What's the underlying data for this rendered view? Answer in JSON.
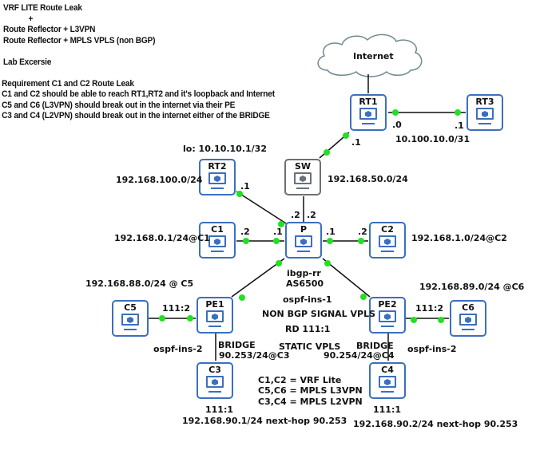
{
  "notes": [
    "VRF LITE Route Leak",
    "            +",
    "Route Reflector + L3VPN",
    "Route Reflector + MPLS VPLS (non BGP)",
    "",
    "Lab Excersie",
    "",
    "Requirement C1 and C2 Route Leak",
    "C1 and C2 should be able to reach RT1,RT2 and it's loopback and Internet",
    "C5 and C6 (L3VPN) should break out in the internet via their PE",
    "C3 and C4 (L2VPN) should break out in the internet either of the BRIDGE"
  ],
  "cloud": "Internet",
  "nodes": {
    "rt1": "RT1",
    "rt3": "RT3",
    "rt2": "RT2",
    "sw": "SW",
    "c1": "C1",
    "p": "P",
    "c2": "C2",
    "pe1": "PE1",
    "c5": "C5",
    "pe2": "PE2",
    "c6": "C6",
    "c3": "C3",
    "c4": "C4"
  },
  "labels": {
    "rt1_if": ".0",
    "rt3_if": ".1",
    "rt1_rt3_net": "10.100.10.0/31",
    "rt1_sw_if": ".1",
    "loopback": "lo: 10.10.10.1/32",
    "rt2_net": "192.168.100.0/24",
    "sw_net": "192.168.50.0/24",
    "rt2_if": ".1",
    "p_sw_if_a": ".2",
    "p_sw_if_b": ".2",
    "c1_if": ".2",
    "p_c1_if": ".1",
    "p_c2_if": ".1",
    "c2_if": ".2",
    "c1_net": "192.168.0.1/24@C1",
    "c2_net": "192.168.1.0/24@C2",
    "ibgp": "ibgp-rr",
    "as": "AS6500",
    "c5_net": "192.168.88.0/24 @ C5",
    "c6_net": "192.168.89.0/24 @C6",
    "c5_rd": "111:2",
    "c6_rd": "111:2",
    "ospf1": "ospf-ins-1",
    "vpls": "NON BGP SIGNAL VPLS",
    "rd": "RD 111:1",
    "ospf2_left": "ospf-ins-2",
    "ospf2_right": "ospf-ins-2",
    "bridge_left": "BRIDGE",
    "bridge_left_ip": "90.253/24@C3",
    "static_vpls": "STATIC VPLS",
    "bridge_right": "BRIDGE",
    "bridge_right_ip": "90.254/24@C4",
    "legend1": "C1,C2 = VRF Lite",
    "legend2": "C5,C6 = MPLS L3VPN",
    "legend3": "C3,C4 = MPLS L2VPN",
    "c3_rd": "111:1",
    "c4_rd": "111:1",
    "c3_net": "192.168.90.1/24 next-hop 90.253",
    "c4_net": "192.168.90.2/24 next-hop 90.253"
  },
  "colors": {
    "node_border": "#3b6fbf",
    "switch_border": "#6b7079",
    "link": "#111111",
    "port_dot": "#22e022",
    "cloud_stroke": "#6f8a8f"
  }
}
